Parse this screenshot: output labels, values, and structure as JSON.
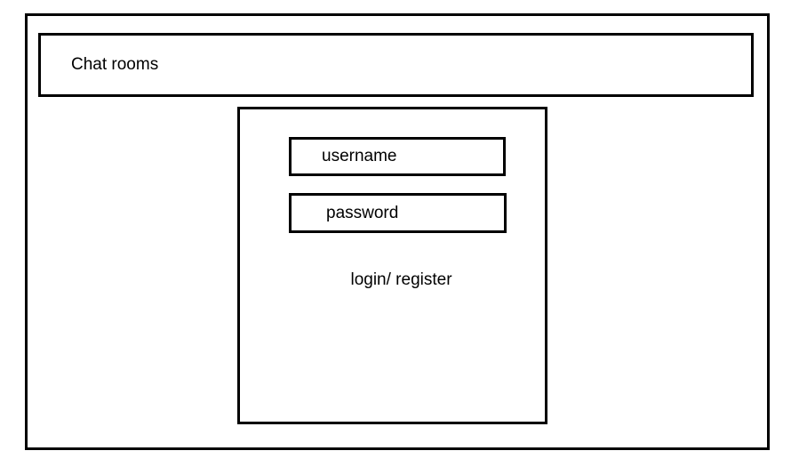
{
  "wireframe": {
    "title_bar": {
      "label": "Chat rooms"
    },
    "login_panel": {
      "username_field": {
        "label": "username"
      },
      "password_field": {
        "label": "password"
      },
      "login_register_label": "login/ register"
    }
  },
  "colors": {
    "background": "#ffffff",
    "stroke": "#000000",
    "text": "#000000"
  }
}
